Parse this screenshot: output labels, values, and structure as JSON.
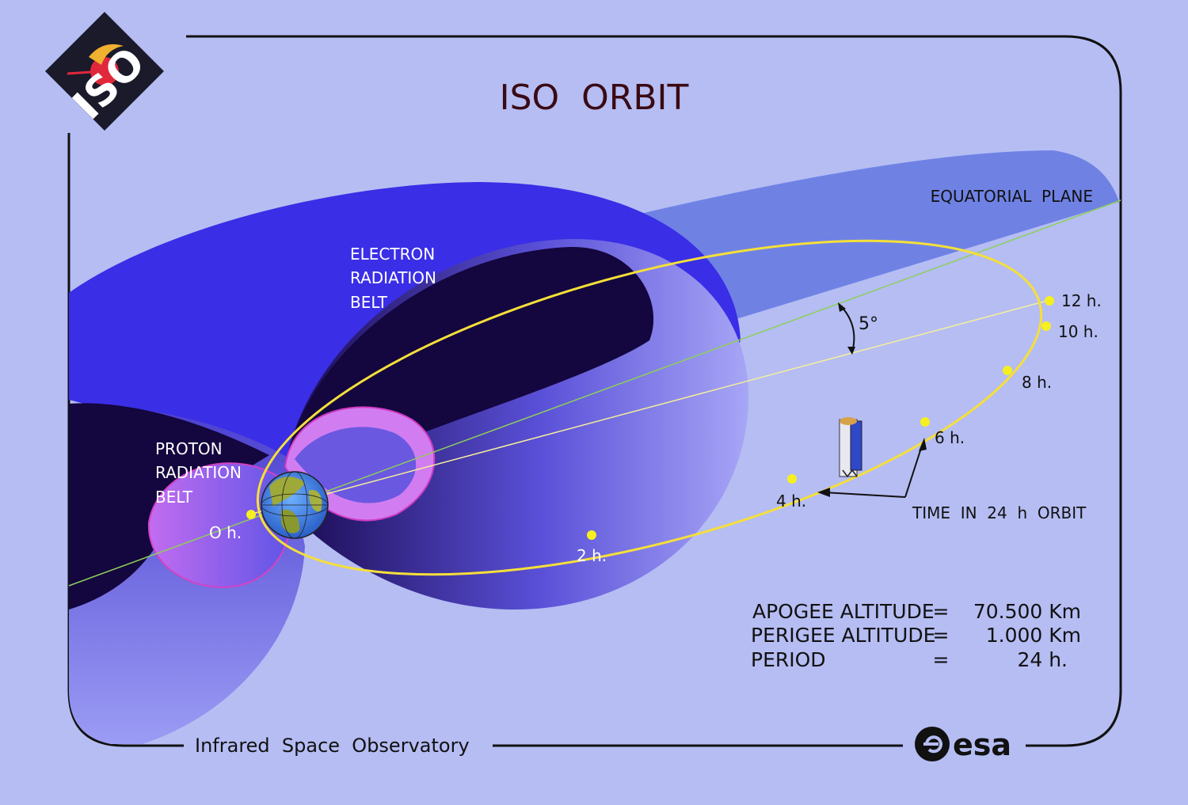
{
  "title": "ISO  ORBIT",
  "logo": {
    "text": "ISO",
    "icon": "iso-mission-logo"
  },
  "footer": {
    "subtitle": "Infrared  Space  Observatory",
    "agency_logo_text": "esa",
    "agency_logo_icon": "esa-logo"
  },
  "labels": {
    "equatorial_plane": "EQUATORIAL  PLANE",
    "electron_belt": [
      "ELECTRON",
      "RADIATION",
      "BELT"
    ],
    "proton_belt": [
      "PROTON",
      "RADIATION",
      "BELT"
    ],
    "inclination": "5°",
    "time_caption": "TIME  IN  24  h  ORBIT"
  },
  "orbit_times": [
    "O  h.",
    "2  h.",
    "4  h.",
    "6  h.",
    "8  h.",
    "10  h.",
    "12  h."
  ],
  "stats": [
    {
      "label": "APOGEE  ALTITUDE",
      "eq": "=",
      "value": "70.500  Km"
    },
    {
      "label": "PERIGEE  ALTITUDE",
      "eq": "=",
      "value": "1.000  Km"
    },
    {
      "label": "PERIOD",
      "eq": "=",
      "value": "24  h."
    }
  ],
  "colors": {
    "background": "#b5bdf3",
    "belt_outer": "#3a2ee6",
    "belt_dark": "#14063e",
    "equatorial_plane": "#6f82e4",
    "orbit": "#f5df3a",
    "title_text": "#3a0a14"
  }
}
